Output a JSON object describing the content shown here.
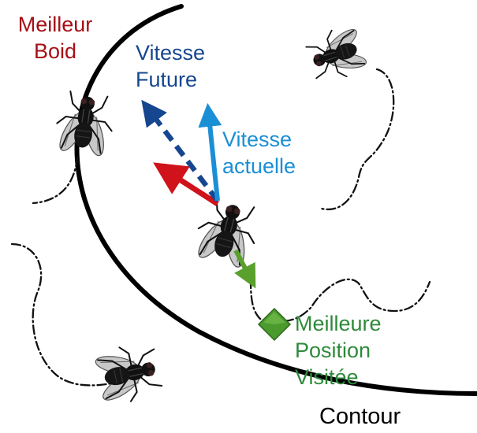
{
  "labels": {
    "meilleur_boid": [
      "Meilleur",
      "Boid"
    ],
    "vitesse_future": [
      "Vitesse",
      "Future"
    ],
    "vitesse_actuelle": [
      "Vitesse",
      "actuelle"
    ],
    "meilleure_position": [
      "Meilleure",
      "Position",
      "Visitée"
    ],
    "contour": "Contour"
  },
  "colors": {
    "meilleur_boid": "#a50f15",
    "vitesse_future": "#16468f",
    "vitesse_actuelle": "#1b8fd6",
    "meilleure_position": "#2e8a3a",
    "contour": "#000000",
    "best_arrow": "#d0121b",
    "green_arrow": "#5aa02c",
    "diamond": "#4a9a2e",
    "fly_body": "#111111",
    "fly_wing": "#c8c8c8"
  },
  "icons": {
    "fly": "housefly-icon",
    "marker": "diamond-marker-icon"
  }
}
